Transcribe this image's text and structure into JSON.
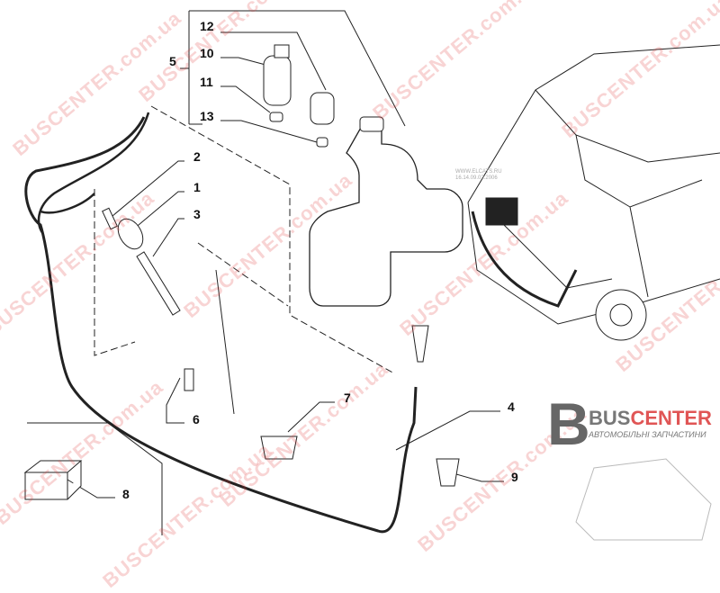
{
  "watermark": "BUSCENTER.com.ua",
  "source_stamp": {
    "line1": "WWW.ELCATS.RU",
    "line2": "16.14.09.02.2006"
  },
  "logo": {
    "letter": "B",
    "name_part1": "BUS",
    "name_part2": "CENTER",
    "subtitle": "АВТОМОБІЛЬНІ ЗАПЧАСТИНИ"
  },
  "callouts": [
    "1",
    "2",
    "3",
    "4",
    "5",
    "6",
    "7",
    "8",
    "9",
    "10",
    "11",
    "12",
    "13"
  ],
  "colors": {
    "accent": "#e05555",
    "line": "#222222"
  }
}
